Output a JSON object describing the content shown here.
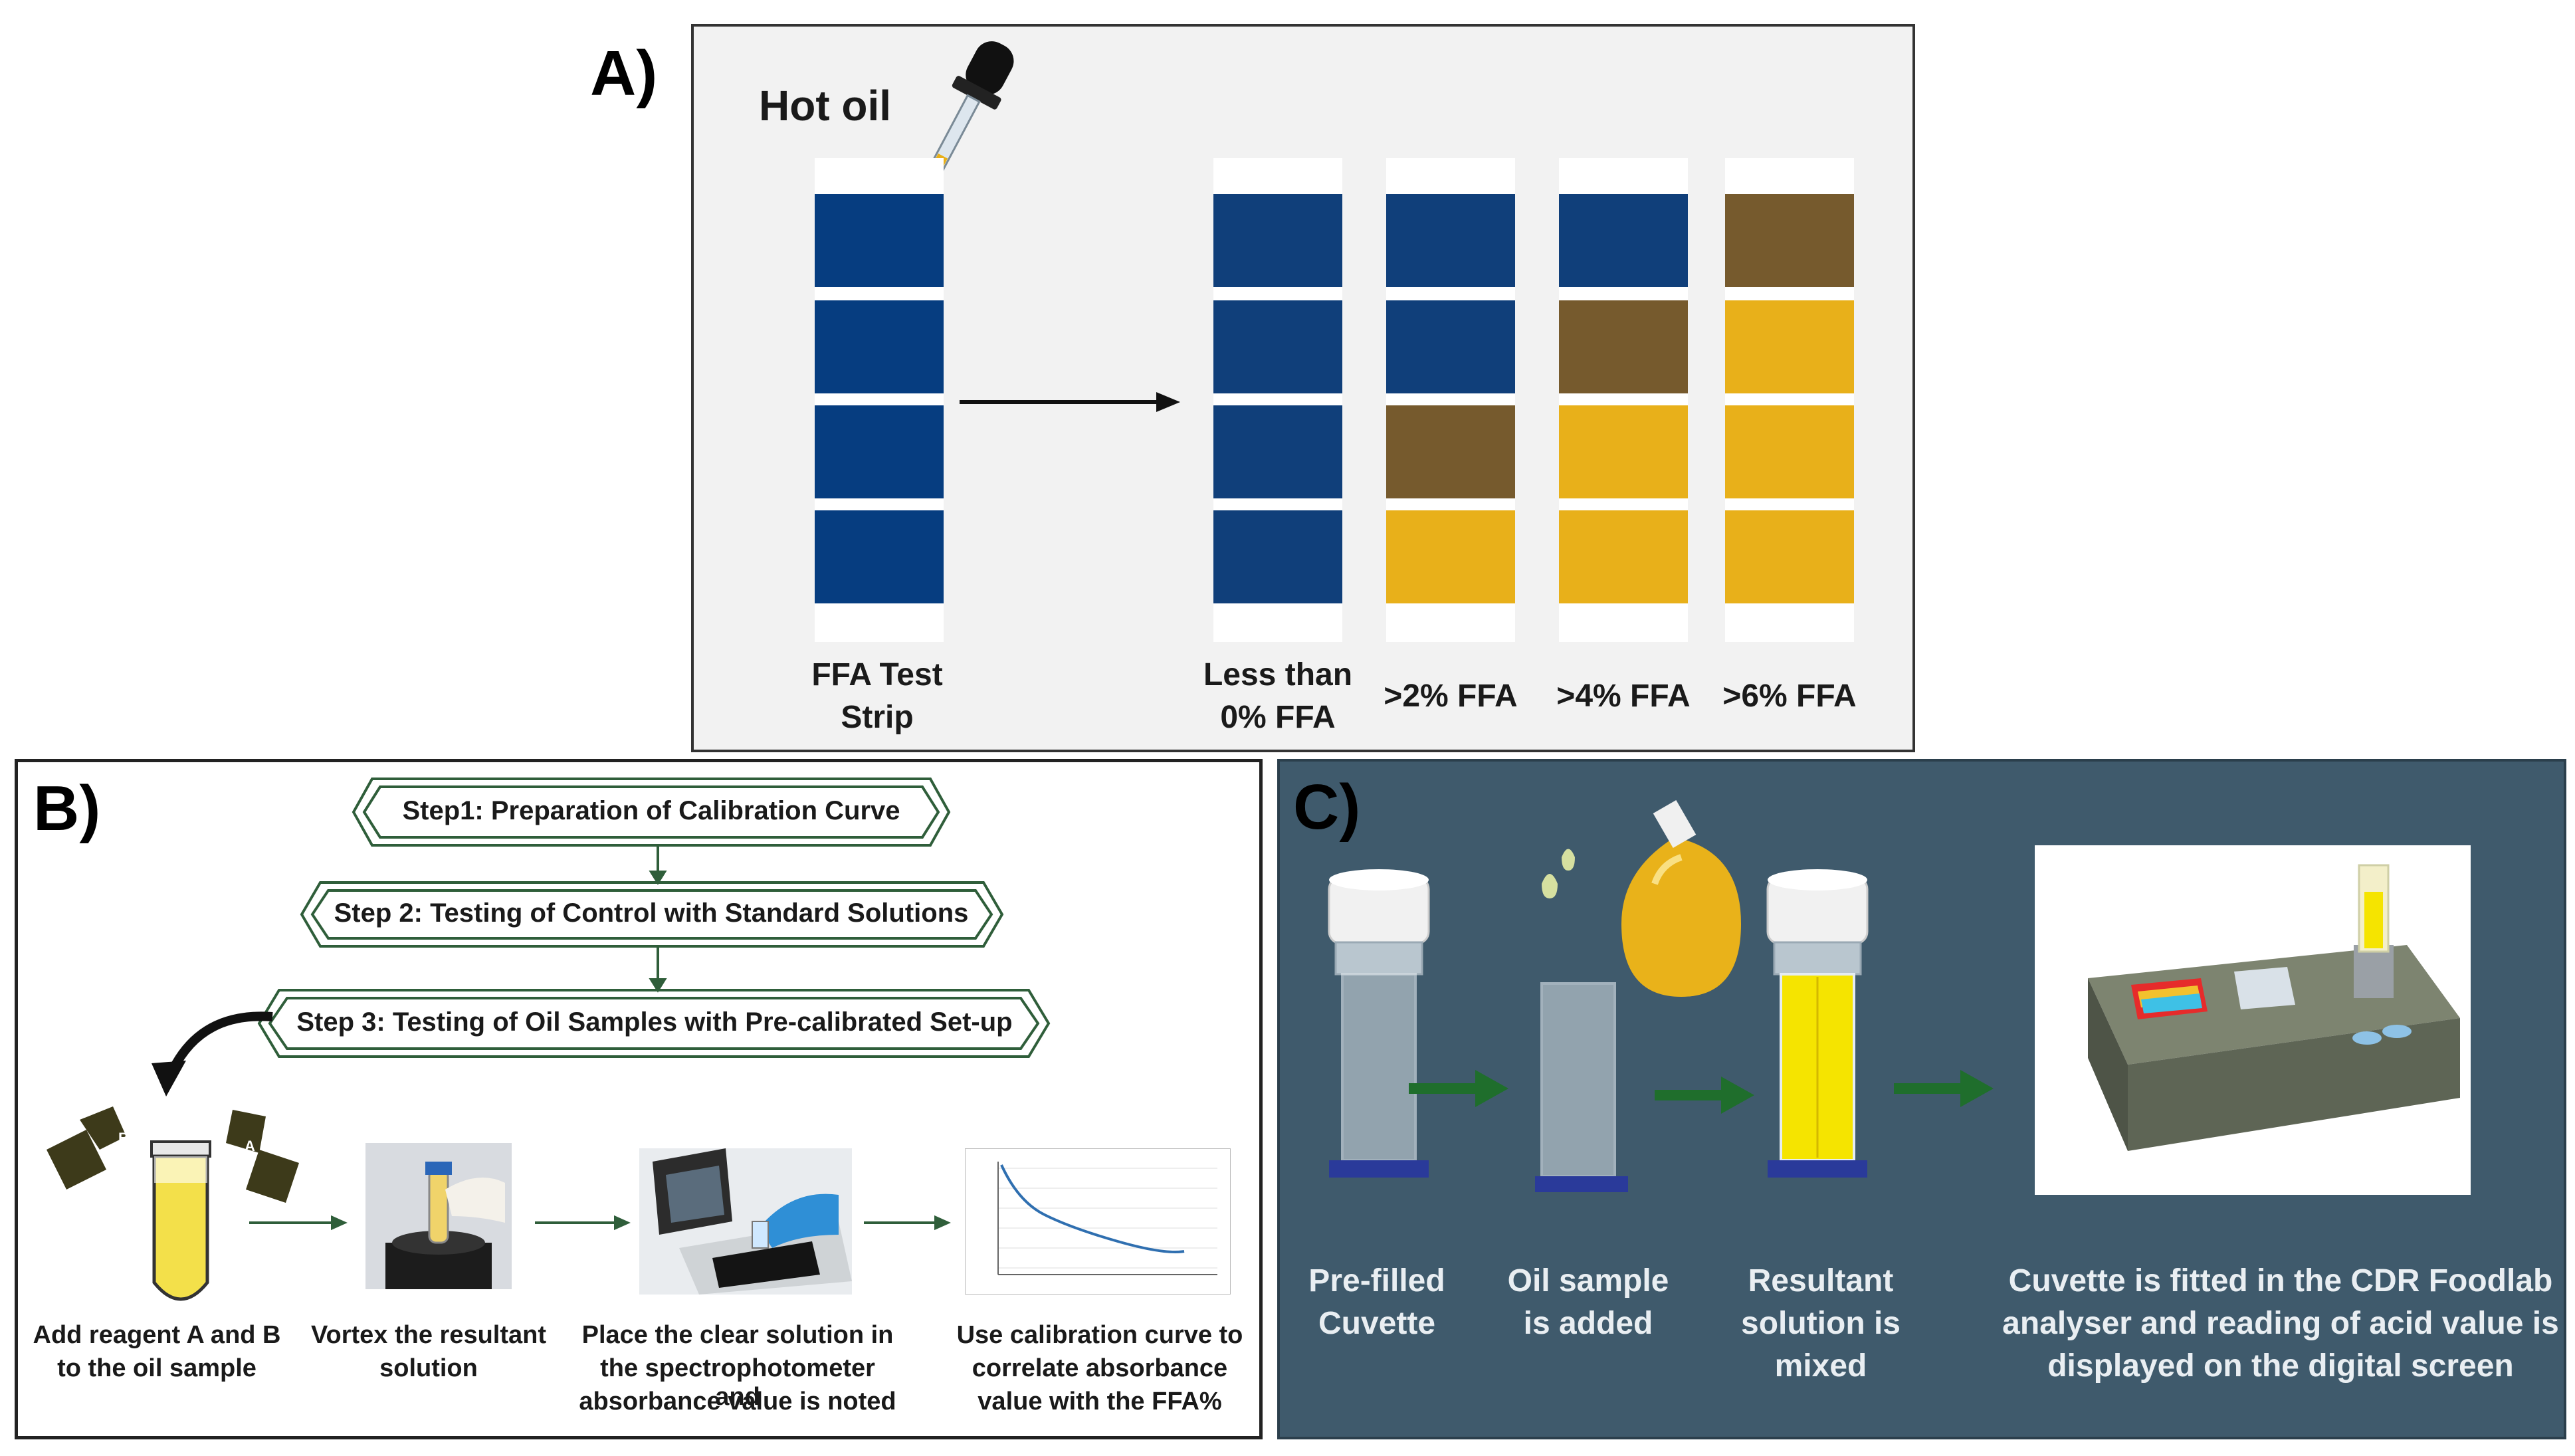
{
  "panelA": {
    "label": "A)",
    "hot_oil": "Hot oil",
    "strip_label_1": "FFA Test",
    "strip_label_2": "Strip",
    "results": [
      {
        "line1": "Less than",
        "line2": "0% FFA",
        "pads": [
          "blue",
          "blue",
          "blue",
          "blue"
        ]
      },
      {
        "line1": ">2% FFA",
        "line2": "",
        "pads": [
          "blue",
          "blue",
          "brown",
          "yellow"
        ]
      },
      {
        "line1": ">4% FFA",
        "line2": "",
        "pads": [
          "blue",
          "brown",
          "yellow",
          "yellow"
        ]
      },
      {
        "line1": ">6% FFA",
        "line2": "",
        "pads": [
          "brown",
          "yellow",
          "yellow",
          "yellow"
        ]
      }
    ],
    "colors": {
      "blue": "#103f7a",
      "brown": "#765a2d",
      "yellow": "#e8b01a",
      "test_blue": "#063d80"
    }
  },
  "panelB": {
    "label": "B)",
    "steps": [
      "Step1: Preparation of Calibration Curve",
      "Step 2: Testing of Control with Standard Solutions",
      "Step 3: Testing of Oil Samples with Pre-calibrated Set-up"
    ],
    "captions": [
      {
        "lines": [
          "Add reagent A and B",
          "to the oil sample"
        ]
      },
      {
        "lines": [
          "Vortex the resultant",
          "solution"
        ]
      },
      {
        "lines": [
          "Place the clear solution in",
          "the spectrophotometer and",
          "absorbance value is noted"
        ]
      },
      {
        "lines": [
          "Use calibration curve to",
          "correlate absorbance",
          "value with the FFA%"
        ]
      }
    ],
    "step_border_color": "#2f5e3a"
  },
  "panelC": {
    "label": "C)",
    "captions": [
      {
        "lines": [
          "Pre-filled",
          "Cuvette"
        ]
      },
      {
        "lines": [
          "Oil sample",
          "is added"
        ]
      },
      {
        "lines": [
          "Resultant",
          "solution is",
          "mixed"
        ]
      },
      {
        "lines": [
          "Cuvette is fitted in the CDR Foodlab",
          "analyser and reading of acid value is",
          "displayed on the digital screen"
        ]
      }
    ],
    "colors": {
      "background": "#3f5a6c",
      "arrow": "#1f6e2c"
    }
  }
}
